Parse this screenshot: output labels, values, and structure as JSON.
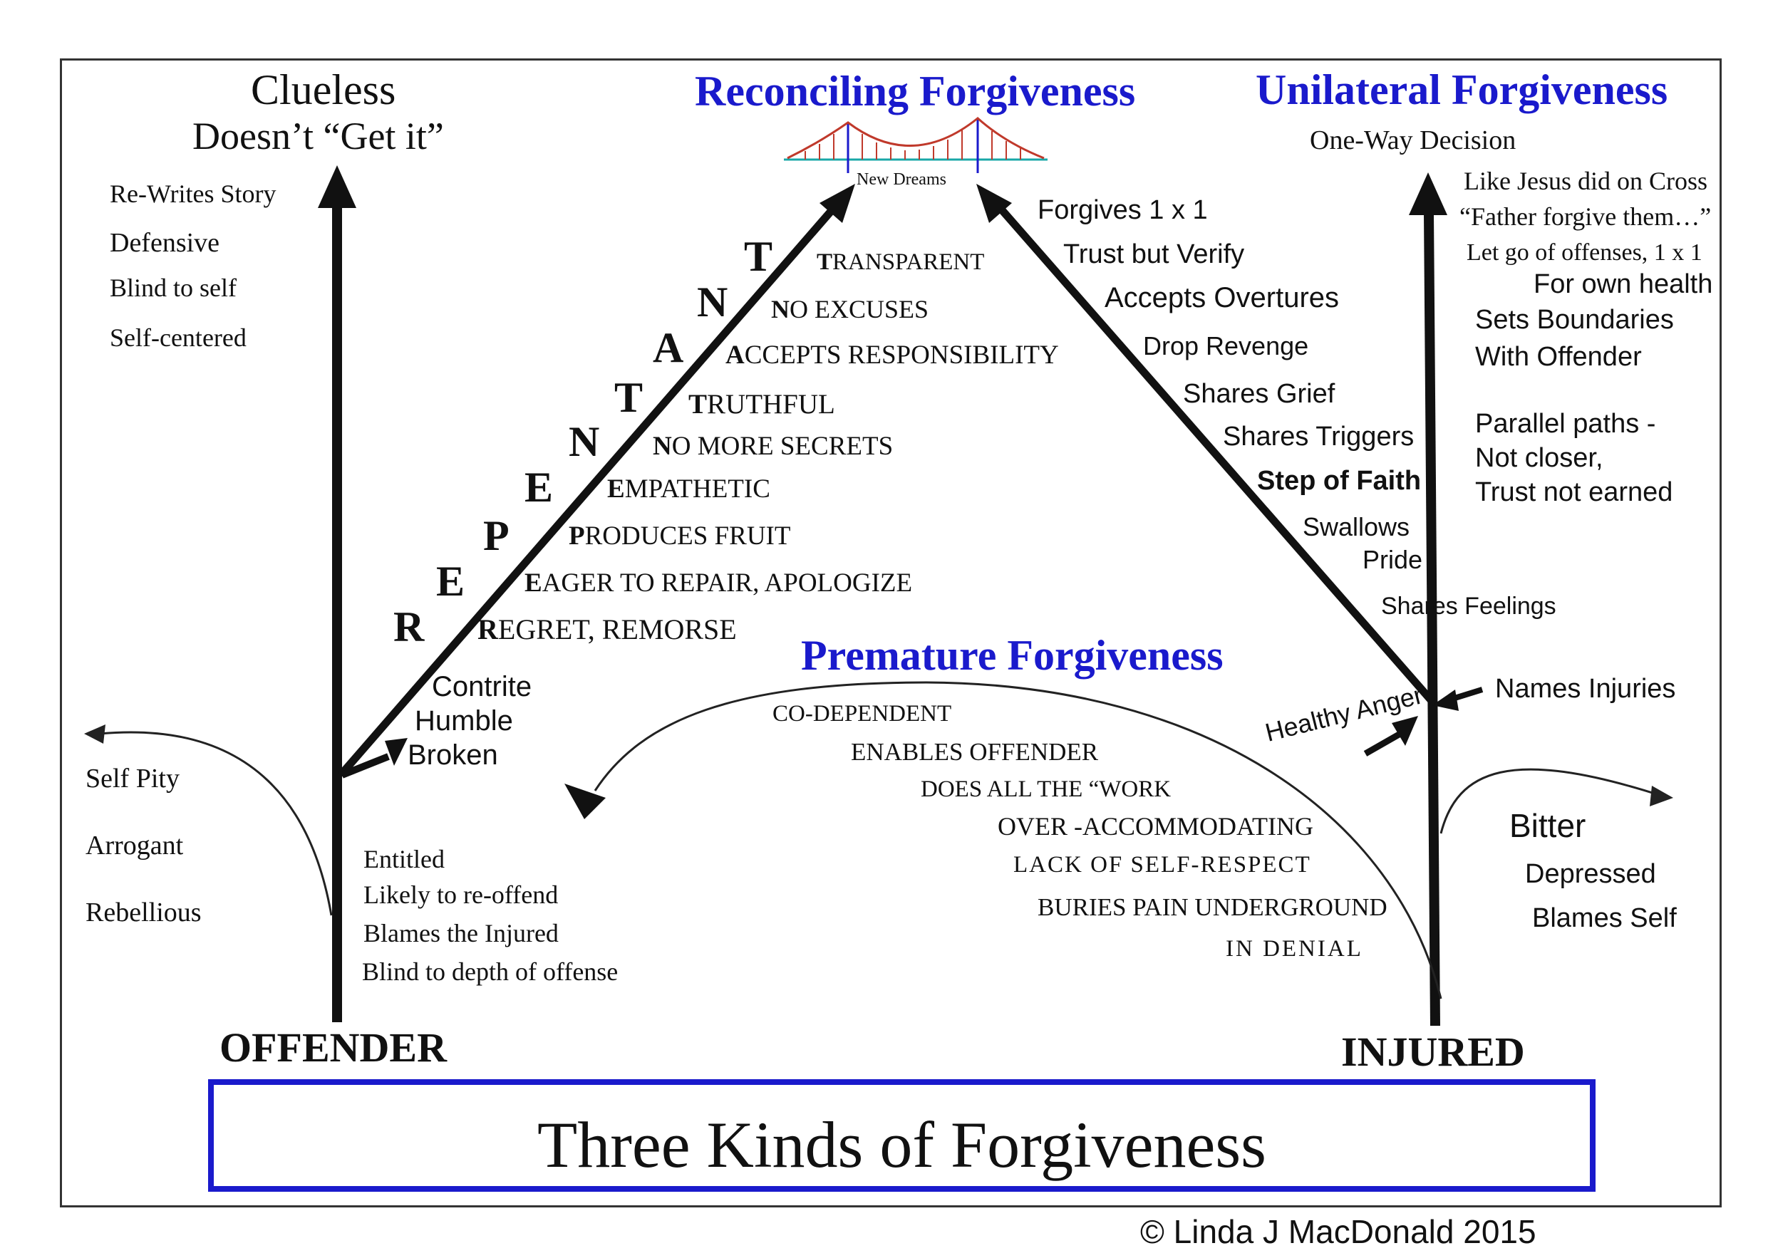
{
  "offender_side": {
    "heading_line1": "Clueless",
    "heading_line2": "Doesn’t “Get it”",
    "traits": [
      "Re-Writes Story",
      "Defensive",
      "Blind to self",
      "Self-centered"
    ],
    "left_branch": [
      "Self Pity",
      "Arrogant",
      "Rebellious"
    ],
    "lower_traits": [
      "Entitled",
      "Likely to re-offend",
      "Blames the Injured",
      "Blind to depth of offense"
    ],
    "contrite": [
      "Contrite",
      "Humble",
      "Broken"
    ],
    "base_label": "OFFENDER"
  },
  "reconciling": {
    "title": "Reconciling Forgiveness",
    "bridge_caption": "New Dreams",
    "repentant_steps": [
      {
        "letter": "T",
        "first": "T",
        "rest": "RANSPARENT"
      },
      {
        "letter": "N",
        "first": "N",
        "rest": "O EXCUSES"
      },
      {
        "letter": "A",
        "first": "A",
        "rest": "CCEPTS RESPONSIBILITY"
      },
      {
        "letter": "T",
        "first": "T",
        "rest": "RUTHFUL"
      },
      {
        "letter": "N",
        "first": "N",
        "rest": "O MORE SECRETS"
      },
      {
        "letter": "E",
        "first": "E",
        "rest": "MPATHETIC"
      },
      {
        "letter": "P",
        "first": "P",
        "rest": "RODUCES FRUIT"
      },
      {
        "letter": "E",
        "first": "E",
        "rest": "AGER TO REPAIR, APOLOGIZE"
      },
      {
        "letter": "R",
        "first": "R",
        "rest": "EGRET, REMORSE"
      }
    ],
    "injured_steps": [
      "Forgives 1 x 1",
      "Trust but Verify",
      "Accepts Overtures",
      "Drop Revenge",
      "Shares Grief",
      "Shares Triggers",
      "Step of Faith",
      "Swallows",
      "Pride",
      "Shares Feelings"
    ]
  },
  "unilateral": {
    "title": "Unilateral Forgiveness",
    "subtitle": "One-Way Decision",
    "items": [
      "Like Jesus did on Cross",
      "“Father forgive them…”",
      "Let go of offenses, 1 x 1",
      "For own health",
      "Sets Boundaries",
      "With Offender",
      "Parallel paths -",
      "Not closer,",
      "Trust not earned"
    ]
  },
  "injured_side": {
    "names_injuries": "Names Injuries",
    "healthy_anger": "Healthy Anger",
    "right_branch": [
      "Bitter",
      "Depressed",
      "Blames Self"
    ],
    "base_label": "INJURED"
  },
  "premature": {
    "title": "Premature Forgiveness",
    "items": [
      "CO-DEPENDENT",
      "ENABLES OFFENDER",
      "DOES ALL THE “WORK",
      "OVER -ACCOMMODATING",
      "LACK OF SELF-RESPECT",
      "BURIES PAIN UNDERGROUND",
      "IN DENIAL"
    ]
  },
  "main_title": "Three Kinds of Forgiveness",
  "copyright": "© Linda J MacDonald 2015",
  "colors": {
    "accent": "#1a1acc",
    "bridge": "#c0392b",
    "water": "#18a7a7",
    "ink": "#111111"
  }
}
